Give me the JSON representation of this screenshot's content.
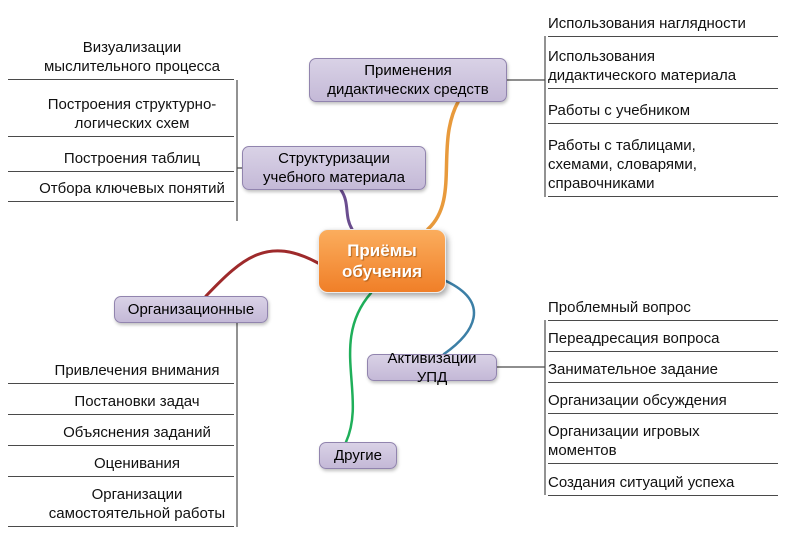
{
  "center": {
    "label": "Приёмы обучения"
  },
  "branches": [
    {
      "id": "didactic",
      "label": "Применения дидактических средств",
      "leaves": [
        "Использования наглядности",
        "Использования дидактического материала",
        "Работы с учебником",
        "Работы с таблицами, схемами, словарями, справочниками"
      ]
    },
    {
      "id": "structuring",
      "label": "Структуризации учебного материала",
      "leaves": [
        "Визуализации мыслительного процесса",
        "Построения структурно-логических схем",
        "Построения таблиц",
        "Отбора ключевых понятий"
      ]
    },
    {
      "id": "organizational",
      "label": "Организационные",
      "leaves": [
        "Привлечения внимания",
        "Постановки задач",
        "Объяснения заданий",
        "Оценивания",
        "Организации самостоятельной работы"
      ]
    },
    {
      "id": "activation",
      "label": "Активизации УПД",
      "leaves": [
        "Проблемный вопрос",
        "Переадресация вопроса",
        "Занимательное задание",
        "Организации обсуждения",
        "Организации игровых моментов",
        "Создания ситуаций успеха"
      ]
    },
    {
      "id": "other",
      "label": "Другие",
      "leaves": []
    }
  ],
  "colors": {
    "center_fill": "#F79646",
    "branch_fill": "#CCC4DC",
    "branch_border": "#9184AE",
    "curve_didactic": "#E89A3C",
    "curve_structuring": "#6A4D8F",
    "curve_organizational": "#9E2A2B",
    "curve_activation": "#3C7FA6",
    "curve_other": "#1FAF5A",
    "connector": "#4A4A4A"
  }
}
